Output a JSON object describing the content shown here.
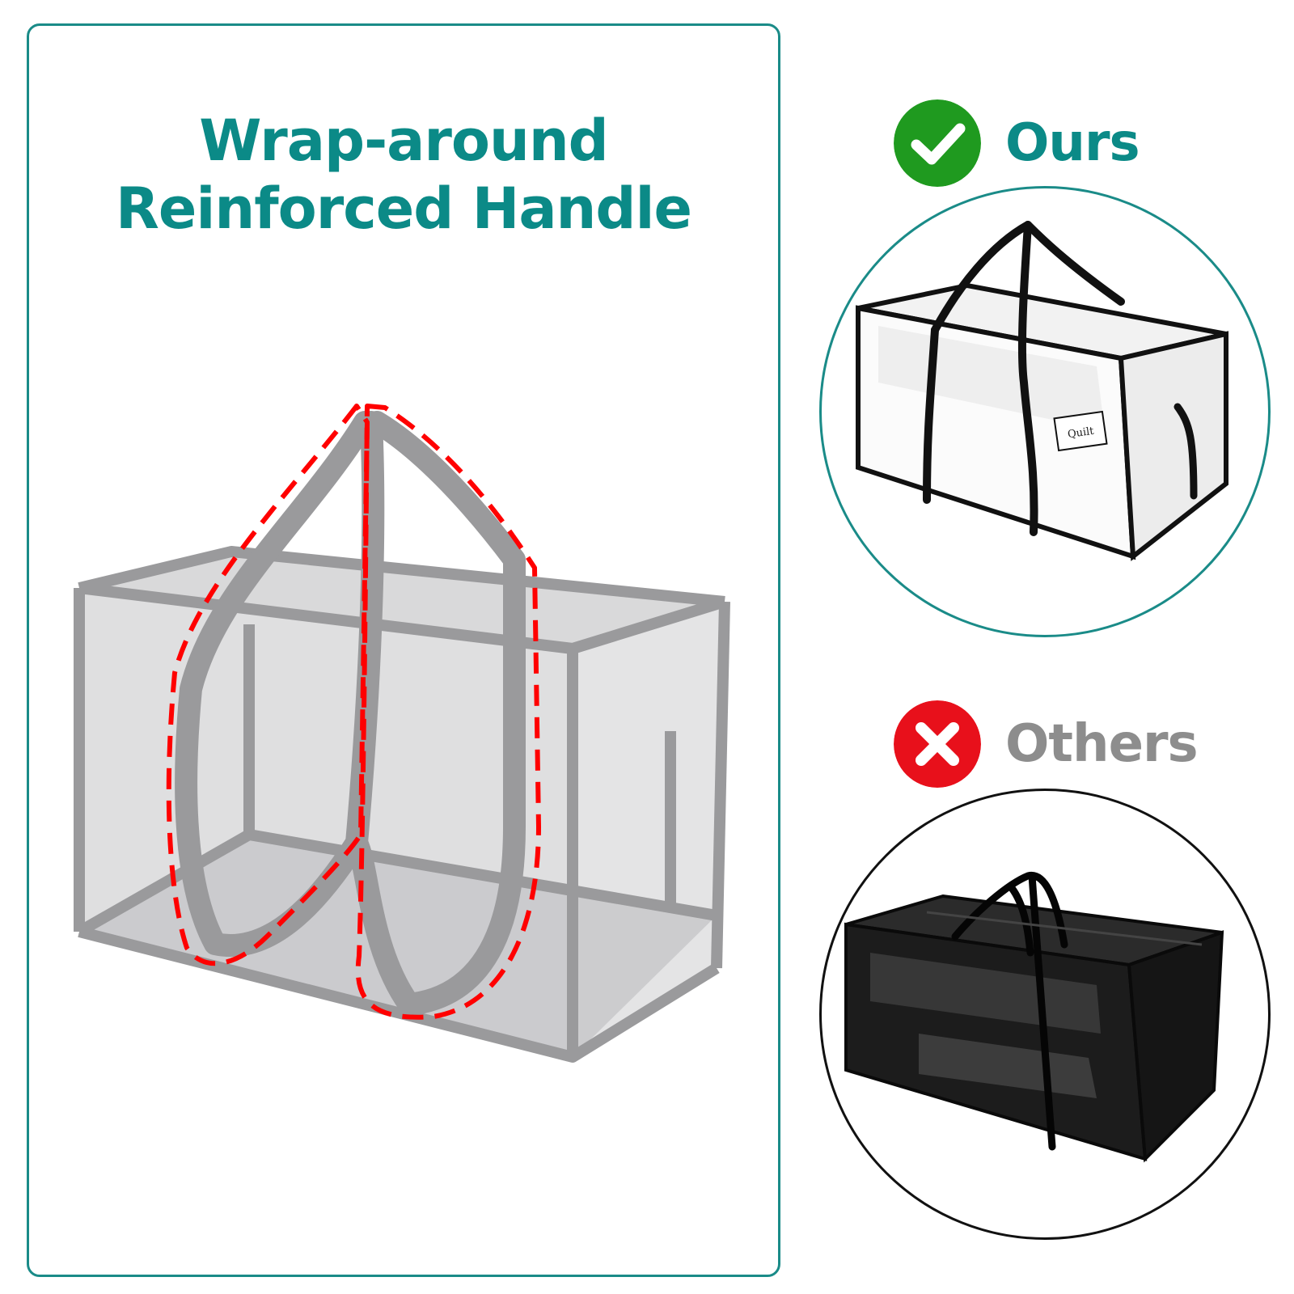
{
  "headline": {
    "line1": "Wrap-around",
    "line2": "Reinforced Handle"
  },
  "ours": {
    "label": "Ours",
    "icon": "check-circle-icon",
    "color": "#0b8a87",
    "badge_color": "#1f9a1f",
    "tag_text": "Quilt"
  },
  "others": {
    "label": "Others",
    "icon": "x-circle-icon",
    "color": "#8d8d8d",
    "badge_color": "#e8101b"
  },
  "colors": {
    "teal": "#0b8a87",
    "frame": "#1a8b88",
    "bag_outline": "#9a9a9c",
    "dashed_highlight": "#ff0000"
  }
}
